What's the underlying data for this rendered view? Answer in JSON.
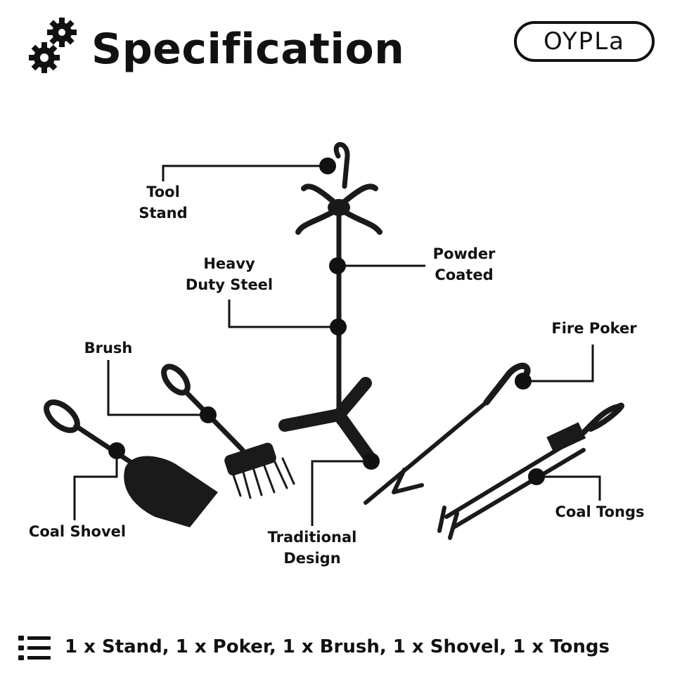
{
  "header": {
    "title": "Specification",
    "title_icon": "gears-icon",
    "brand_logo": "OYPLa"
  },
  "callouts": {
    "tool_stand": [
      "Tool",
      "Stand"
    ],
    "powder_coated": [
      "Powder",
      "Coated"
    ],
    "heavy_duty": [
      "Heavy",
      "Duty Steel"
    ],
    "fire_poker": "Fire Poker",
    "brush": "Brush",
    "coal_shovel": "Coal Shovel",
    "traditional_design": [
      "Traditional",
      "Design"
    ],
    "coal_tongs": "Coal Tongs"
  },
  "footer": {
    "icon": "list-icon",
    "contents": "1 x Stand, 1 x Poker, 1 x Brush, 1 x Shovel, 1 x Tongs"
  },
  "colors": {
    "ink": "#111111",
    "background": "#ffffff"
  }
}
